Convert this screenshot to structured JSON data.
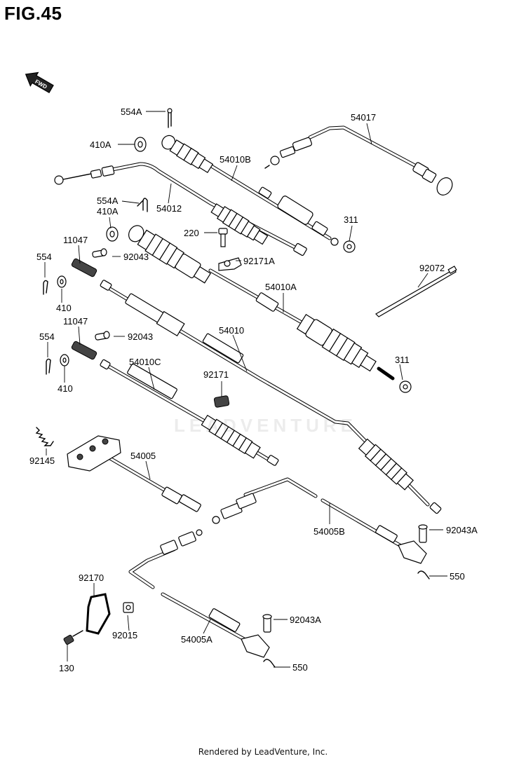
{
  "figure": {
    "title": "FIG.45"
  },
  "direction_marker": {
    "text": "FWD",
    "icon": "forward-arrow-icon"
  },
  "watermark": {
    "text": "LEADVENTURE"
  },
  "footer": {
    "text": "Rendered by LeadVenture, Inc."
  },
  "callouts": {
    "p554A_top": "554A",
    "p410A_top": "410A",
    "p54017": "54017",
    "p54010B": "54010B",
    "p54012": "54012",
    "p554A_mid": "554A",
    "p410A_mid": "410A",
    "p311_top": "311",
    "p220": "220",
    "p92171A": "92171A",
    "p11047_a": "11047",
    "p554_a": "554",
    "p92043_a": "92043",
    "p410_a": "410",
    "p92072": "92072",
    "p54010A": "54010A",
    "p11047_b": "11047",
    "p554_b": "554",
    "p92043_b": "92043",
    "p410_b": "410",
    "p54010": "54010",
    "p311_bot": "311",
    "p54010C": "54010C",
    "p92171": "92171",
    "p92145": "92145",
    "p54005": "54005",
    "p54005B": "54005B",
    "p92043A_top": "92043A",
    "p550_top": "550",
    "p92170": "92170",
    "p92015": "92015",
    "p130": "130",
    "p54005A": "54005A",
    "p92043A_bot": "92043A",
    "p550_bot": "550"
  }
}
